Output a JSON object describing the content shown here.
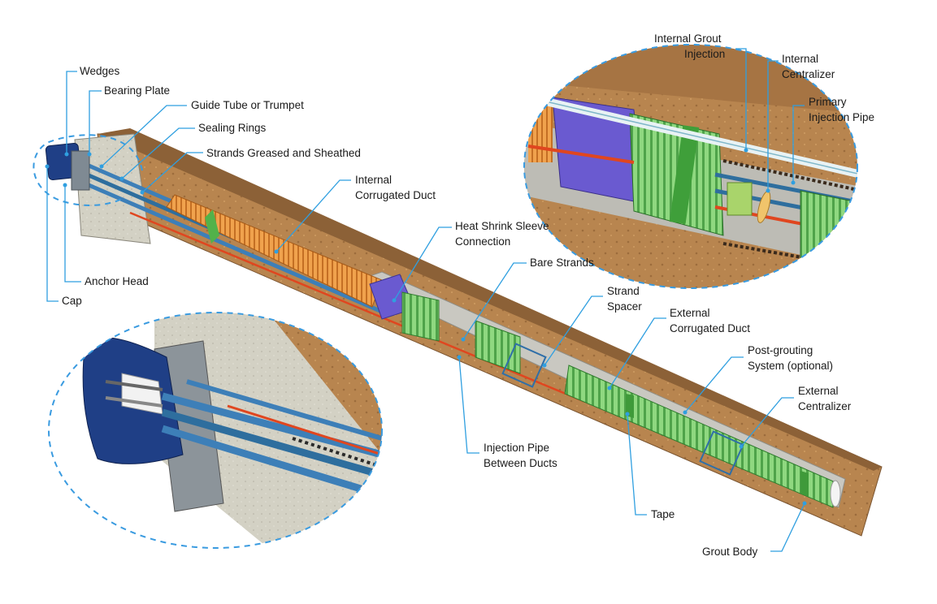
{
  "colors": {
    "leader": "#2f9fe0",
    "soil": "#b8854f",
    "soil_dark": "#8a5f33",
    "concrete": "#cfcdc2",
    "grout": "#bdbdb7",
    "internal_duct": "#e7913e",
    "external_duct": "#86d27c",
    "external_duct_dark": "#3e9a3e",
    "sleeve": "#6a5ad0",
    "cap": "#1f3f86",
    "strand": "#3d7fb8",
    "injection": "#e0461f"
  },
  "labels": {
    "wedges": "Wedges",
    "bearing_plate": "Bearing Plate",
    "guide_tube": "Guide Tube or Trumpet",
    "sealing_rings": "Sealing Rings",
    "strands_greased": "Strands Greased and Sheathed",
    "internal_duct_1": "Internal",
    "internal_duct_2": "Corrugated Duct",
    "heat_shrink_1": "Heat Shrink Sleeve",
    "heat_shrink_2": "Connection",
    "bare_strands": "Bare Strands",
    "anchor_head": "Anchor Head",
    "cap": "Cap",
    "strand_spacer_1": "Strand",
    "strand_spacer_2": "Spacer",
    "external_duct_1": "External",
    "external_duct_2": "Corrugated Duct",
    "post_grouting_1": "Post-grouting",
    "post_grouting_2": "System (optional)",
    "external_centralizer_1": "External",
    "external_centralizer_2": "Centralizer",
    "injection_between_1": "Injection Pipe",
    "injection_between_2": "Between Ducts",
    "tape": "Tape",
    "grout_body": "Grout Body",
    "internal_grout_1": "Internal Grout",
    "internal_grout_2": "Injection",
    "internal_centralizer_1": "Internal",
    "internal_centralizer_2": "Centralizer",
    "primary_injection_1": "Primary",
    "primary_injection_2": "Injection Pipe"
  }
}
